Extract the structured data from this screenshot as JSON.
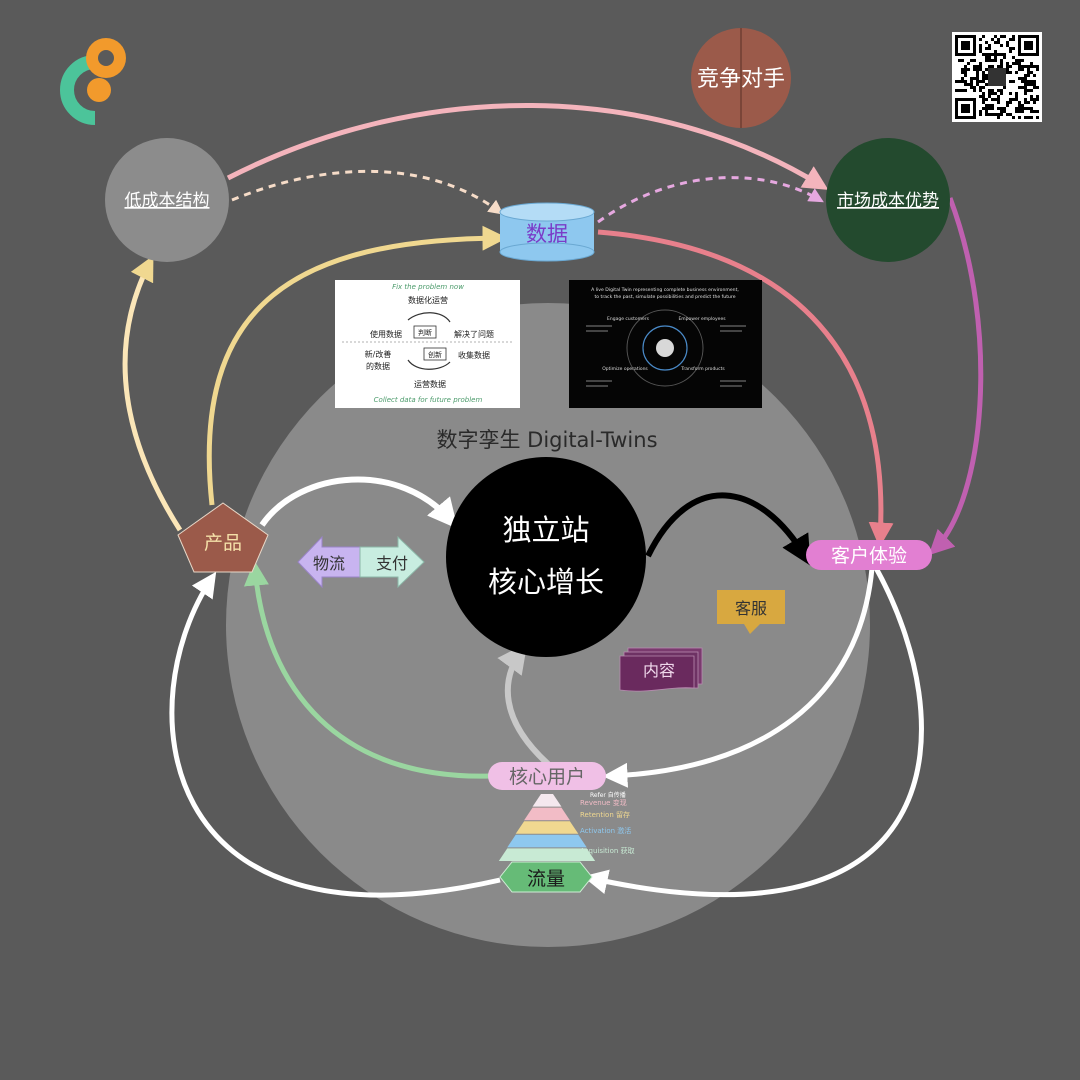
{
  "colors": {
    "background": "#5a5a5a",
    "big_circle": "#8a8a8a",
    "competitor": "#9b5a4a",
    "low_cost": "#8c8c8c",
    "market": "#234a2e",
    "data_cyl": "#8ec8ef",
    "product": "#9b5a4a",
    "customer": "#e27fd2",
    "core_user": "#f0c0e6",
    "traffic": "#66bb77",
    "service": "#d8a840",
    "content": "#6a2a5e",
    "logistics": "#c8b4f0",
    "payment": "#c8ede0",
    "arrow_pink": "#f4b4bc",
    "arrow_yellow": "#f0d890",
    "arrow_salmon": "#e8808c",
    "arrow_magenta": "#c060b0",
    "arrow_green": "#9ad6a0",
    "arrow_gray": "#c8c8c8"
  },
  "logo": {
    "name": "logo-icon"
  },
  "qr": {
    "name": "qr-code"
  },
  "nodes": {
    "competitor": "竞争对手",
    "low_cost": "低成本结构",
    "market_cost": "市场成本优势",
    "data": "数据",
    "digital_twins": "数字孪生 Digital-Twins",
    "core_line1": "独立站",
    "core_line2": "核心增长",
    "product": "产品",
    "customer": "客户体验",
    "logistics": "物流",
    "payment": "支付",
    "service": "客服",
    "content": "内容",
    "core_user": "核心用户",
    "traffic": "流量"
  },
  "funnel": {
    "levels": [
      {
        "label": "Refer 自传播",
        "color": "#f4e8ee"
      },
      {
        "label": "Revenue 变现",
        "color": "#f2bcc6"
      },
      {
        "label": "Retention 留存",
        "color": "#f0d890"
      },
      {
        "label": "Activation 激活",
        "color": "#8ec8ef"
      },
      {
        "label": "Acquisition 获取",
        "color": "#c8ead4"
      }
    ],
    "label_colors": [
      "#ffffff",
      "#f2bcc6",
      "#f0d890",
      "#8ec8ef",
      "#c8ead4"
    ]
  },
  "card_left": {
    "top": "Fix the problem now",
    "title": "数据化运营",
    "left_top": "使用数据",
    "badge_top": "判断",
    "right_top": "解决了问题",
    "left_bottom_1": "新/改善",
    "left_bottom_2": "的数据",
    "badge_bottom": "创新",
    "right_bottom": "收集数据",
    "bottom_label": "运营数据",
    "bottom": "Collect data for future problem"
  },
  "card_right": {
    "title_1": "A live Digital Twin representing complete business environment,",
    "title_2": "to track the past, simulate possibilities and predict the future",
    "q1": "Engage customers",
    "q2": "Empower employees",
    "q3": "Optimize operations",
    "q4": "Transform products"
  }
}
